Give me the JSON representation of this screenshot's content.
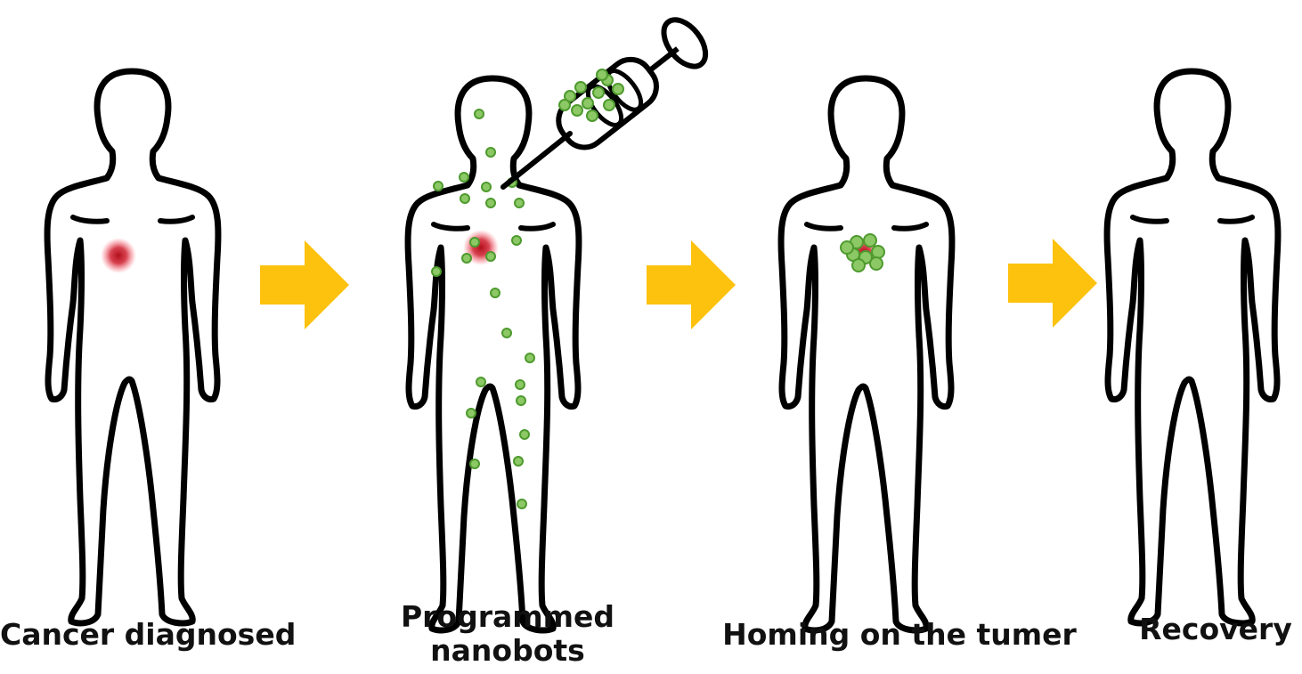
{
  "steps": [
    {
      "label": "Cancer diagnosed"
    },
    {
      "label": "Programmed\nnanobots"
    },
    {
      "label": "Homing on the tumer"
    },
    {
      "label": "Recovery"
    }
  ],
  "colors": {
    "outline": "#000000",
    "arrow": "#FCC20E",
    "tumor": "#C0141C",
    "nanobot_fill": "#8CC865",
    "nanobot_stroke": "#4E9A2E"
  },
  "icons": [
    "human-figure-icon",
    "tumor-icon",
    "arrow-right-icon",
    "syringe-icon",
    "nanobot-icon"
  ]
}
